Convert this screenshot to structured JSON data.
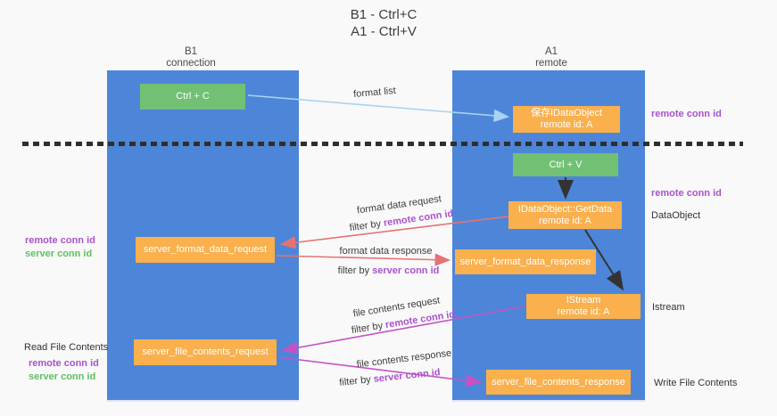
{
  "title": {
    "line1": "B1 - Ctrl+C",
    "line2": "A1 - Ctrl+V"
  },
  "columns": {
    "left": {
      "name": "B1",
      "sub": "connection"
    },
    "right": {
      "name": "A1",
      "sub": "remote"
    }
  },
  "nodes": {
    "ctrl_c": "Ctrl + C",
    "ctrl_v": "Ctrl + V",
    "save_idataobject": {
      "line1": "保存IDataObject",
      "line2": "remote id: A"
    },
    "getdata": {
      "line1": "IDataObject::GetData",
      "line2": "remote id: A"
    },
    "istream": {
      "line1": "IStream",
      "line2": "remote id: A"
    },
    "format_request": "server_format_data_request",
    "format_response": "server_format_data_response",
    "file_request": "server_file_contents_request",
    "file_response": "server_file_contents_response"
  },
  "side_labels": {
    "remote_conn_id": "remote conn id",
    "server_conn_id": "server conn id",
    "dataobject": "DataObject",
    "istream": "Istream",
    "read_file_contents": "Read File Contents",
    "write_file_contents": "Write File Contents"
  },
  "arrow_labels": {
    "format_list": "format list",
    "format_data_request": "format data request",
    "format_data_response": "format data response",
    "file_contents_request": "file contents request",
    "file_contents_response": "file contents response",
    "filter_by": "filter by ",
    "remote_conn_id": "remote conn id",
    "server_conn_id": "server conn id"
  },
  "colors": {
    "column_blue": "#4d86d8",
    "node_green": "#71c074",
    "node_orange": "#f9b04d",
    "arrow_light_blue": "#a9d2f0",
    "arrow_red": "#e57373",
    "arrow_magenta": "#c653c6",
    "arrow_black": "#333333",
    "label_purple": "#a952cc",
    "label_green": "#5fbf61",
    "background": "#f9f9f9"
  }
}
